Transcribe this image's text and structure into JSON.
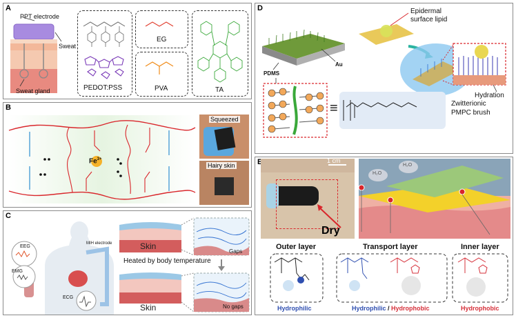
{
  "panels": {
    "A": {
      "label": "A",
      "ppt_electrode": "PPT electrode",
      "sweat": "Sweat",
      "sweat_gland": "Sweat gland",
      "pedot_pss": "PEDOT:PSS",
      "eg": "EG",
      "pva": "PVA",
      "ta": "TA"
    },
    "B": {
      "label": "B",
      "fe_ion": "Fe",
      "fe_charge": "3+",
      "squeezed": "Squeezed",
      "hairy_skin": "Hairy skin"
    },
    "C": {
      "label": "C",
      "eeg": "EEG",
      "emg": "EMG",
      "ecg": "ECG",
      "mih_electrode": "MIH electrode",
      "skin_top": "Skin",
      "skin_bottom": "Skin",
      "heated": "Heated by body temperature",
      "gaps": "Gaps",
      "no_gaps": "No gaps"
    },
    "D": {
      "label": "D",
      "epidermal": "Epidermal\nsurface lipid",
      "pdms": "PDMS",
      "au": "Au",
      "hydration": "Hydration",
      "zwitterionic": "Zwitterionic",
      "pmpc": "PMPC brush",
      "equiv": "≡"
    },
    "E": {
      "label": "E",
      "scale": "1 cm",
      "dry": "Dry",
      "outer_layer": "Outer layer",
      "transport_layer": "Transport layer",
      "inner_layer": "Inner layer",
      "hydrophilic_1": "Hydrophilic",
      "hydrophilic_2": "Hydrophilic",
      "slash": " / ",
      "hydrophobic_1": "Hydrophobic",
      "hydrophobic_2": "Hydrophobic",
      "h2o": "H₂O"
    }
  },
  "colors": {
    "pedot_purple": "#7a3ab8",
    "eg_red": "#e03a2a",
    "pva_orange": "#f08c1a",
    "ta_green": "#3aa83a",
    "hydrophilic_blue": "#2f4fb0",
    "hydrophobic_red": "#d6303a",
    "chain_red": "#d9262b",
    "chain_blue": "#2f8fd0"
  }
}
